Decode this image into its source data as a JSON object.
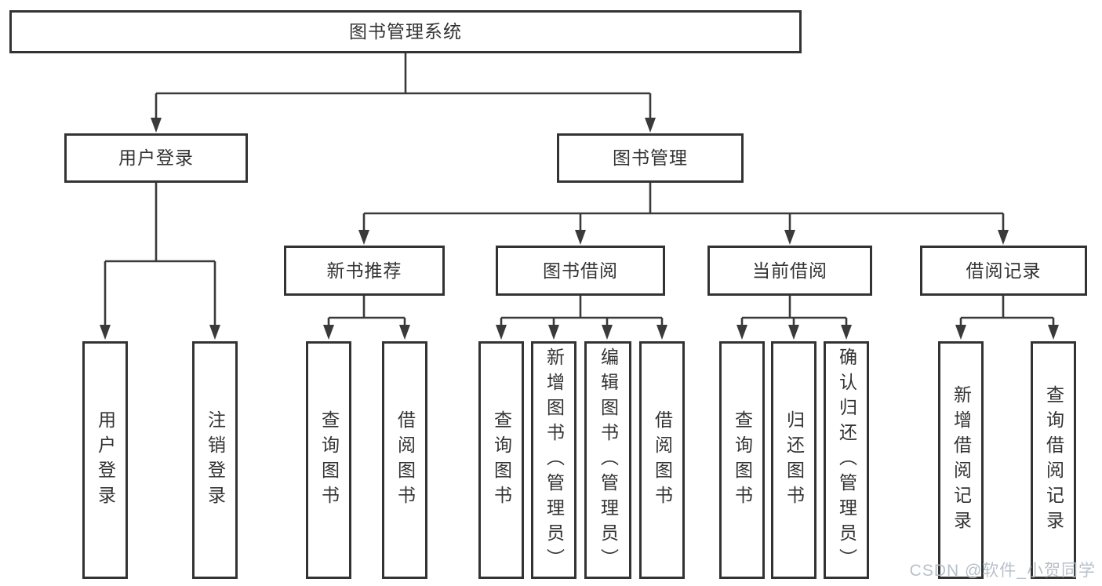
{
  "diagram": {
    "title": "图书管理系统",
    "colors": {
      "line": "#3a3a3a",
      "box_border": "#333333",
      "text": "#333333",
      "watermark": "#b4bdc8",
      "background": "#ffffff"
    },
    "tree": {
      "root": {
        "label": "图书管理系统"
      },
      "children": [
        {
          "label": "用户登录",
          "children": [
            {
              "label": "用户登录"
            },
            {
              "label": "注销登录"
            }
          ]
        },
        {
          "label": "图书管理",
          "children": [
            {
              "label": "新书推荐",
              "children": [
                {
                  "label": "查询图书"
                },
                {
                  "label": "借阅图书"
                }
              ]
            },
            {
              "label": "图书借阅",
              "children": [
                {
                  "label": "查询图书"
                },
                {
                  "label": "新增图书（管理员）"
                },
                {
                  "label": "编辑图书（管理员）"
                },
                {
                  "label": "借阅图书"
                }
              ]
            },
            {
              "label": "当前借阅",
              "children": [
                {
                  "label": "查询图书"
                },
                {
                  "label": "归还图书"
                },
                {
                  "label": "确认归还（管理员）"
                }
              ]
            },
            {
              "label": "借阅记录",
              "children": [
                {
                  "label": "新增借阅记录"
                },
                {
                  "label": "查询借阅记录"
                }
              ]
            }
          ]
        }
      ]
    },
    "watermark": "CSDN @软件_小贺同学"
  }
}
